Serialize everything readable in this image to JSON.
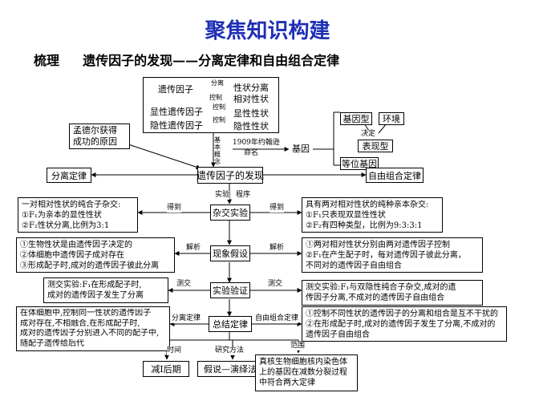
{
  "title": "聚焦知识构建",
  "section_heading": {
    "prefix": "梳理",
    "text": "遗传因子的发现——分离定律和自由组合定律"
  },
  "concepts_box": {
    "labels": [
      "遗传因子",
      "显性遗传因子",
      "隐性遗传因子"
    ],
    "traits": [
      "性状分离",
      "相对性状",
      "显性性状",
      "隐性性状"
    ],
    "links": [
      "分离",
      "控制",
      "控制",
      "控制"
    ]
  },
  "gene_box": {
    "gene_type": "基因型",
    "environment": "环境",
    "decide": "决定",
    "phenotype": "表现型",
    "allele": "等位基因"
  },
  "mendel_success": [
    "孟德尔获得",
    "成功的原因"
  ],
  "basic_concepts_label": [
    "基",
    "本",
    "概",
    "念"
  ],
  "johannsen_label": [
    "1909年约翰逊",
    "命名"
  ],
  "gene": "基因",
  "center_nodes": {
    "discovery": "遗传因子的发现",
    "cross_experiment": "杂交实验",
    "hypothesis": "现象假设",
    "verification": "实验验证",
    "summary": "总结定律"
  },
  "side_nodes": {
    "segregation_law": "分离定律",
    "independent_law": "自由组合定律"
  },
  "edge_labels": {
    "experiment": "实验",
    "procedure": "程序",
    "obtain": "得到",
    "analyze": "解析",
    "test_cross": "测交",
    "time": "时间",
    "method": "研究方法",
    "scope": "范围"
  },
  "left_result": [
    "一对相对性状的纯合子杂交:",
    "①F₁为亲本的显性性状",
    "②F₂性状分离,比例为3:1"
  ],
  "right_result": [
    "具有两对相对性状的纯种亲本杂交:",
    "①F₁只表现双显性性状",
    "②F₂有四种类型，比例为9:3:3:1"
  ],
  "left_hypothesis": [
    "①生物性状是由遗传因子决定的",
    "②体细胞中遗传因子成对存在",
    "③形成配子时,成对的遗传因子彼此分离"
  ],
  "right_hypothesis": [
    "①两对相对性状分别由两对遗传因子控制",
    "②F₁在产生配子时，每对遗传因子彼此分离，",
    "不同对的遗传因子自由组合"
  ],
  "left_test": [
    "测交实验:F₁在形成配子时,",
    "成对的遗传因子发生了分离"
  ],
  "right_test": [
    "测交实验:F₁与双隐性纯合子杂交,成对的遗",
    "传因子分离,不成对的遗传因子自由组合"
  ],
  "left_law": [
    "在体细胞中,控制同一性状的遗传因子",
    "成对存在,不相融合,在形成配子时,",
    "成对的遗传因子分别进入不同的配子中,",
    "随配子遗传给后代"
  ],
  "right_law": [
    "①控制不同性状的遗传因子的分离和组合是互不干扰的",
    "②在形成配子时,成对的遗传因子发生了分离,不成对的",
    "遗传因子自由组合"
  ],
  "bottom_boxes": {
    "time": "减Ⅰ后期",
    "method": "假说—演绎法",
    "scope": [
      "真核生物细胞核内染色体",
      "上的基因在减数分裂过程",
      "中符合两大定律"
    ]
  }
}
